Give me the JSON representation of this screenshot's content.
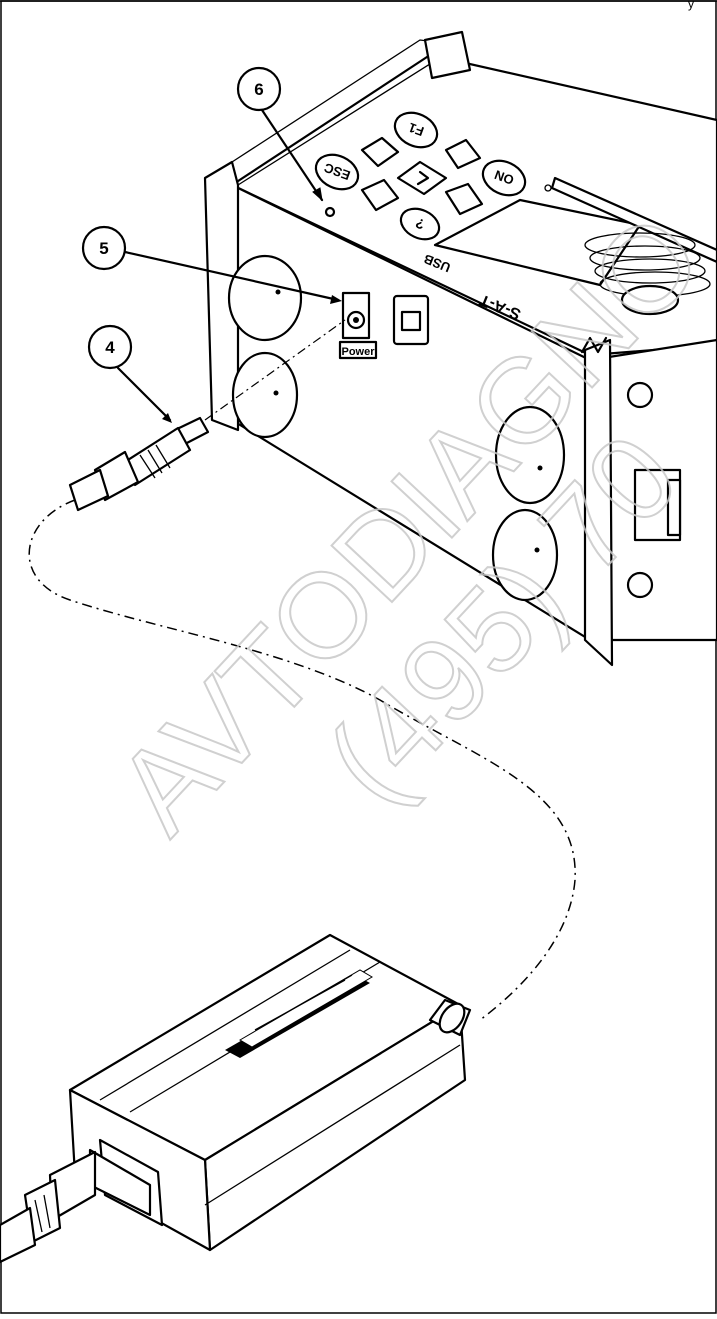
{
  "callouts": [
    {
      "id": "6",
      "label": "6"
    },
    {
      "id": "5",
      "label": "5"
    },
    {
      "id": "4",
      "label": "4"
    }
  ],
  "device": {
    "keys": {
      "esc": "ESC",
      "f1": "F1",
      "on": "ON",
      "help": "?"
    },
    "panel_labels": {
      "usb": "USB",
      "model": "S-A-T"
    },
    "power_label": "Power"
  },
  "watermark": {
    "line1": "AVTODIAGNO",
    "line2": "(495) 70"
  }
}
